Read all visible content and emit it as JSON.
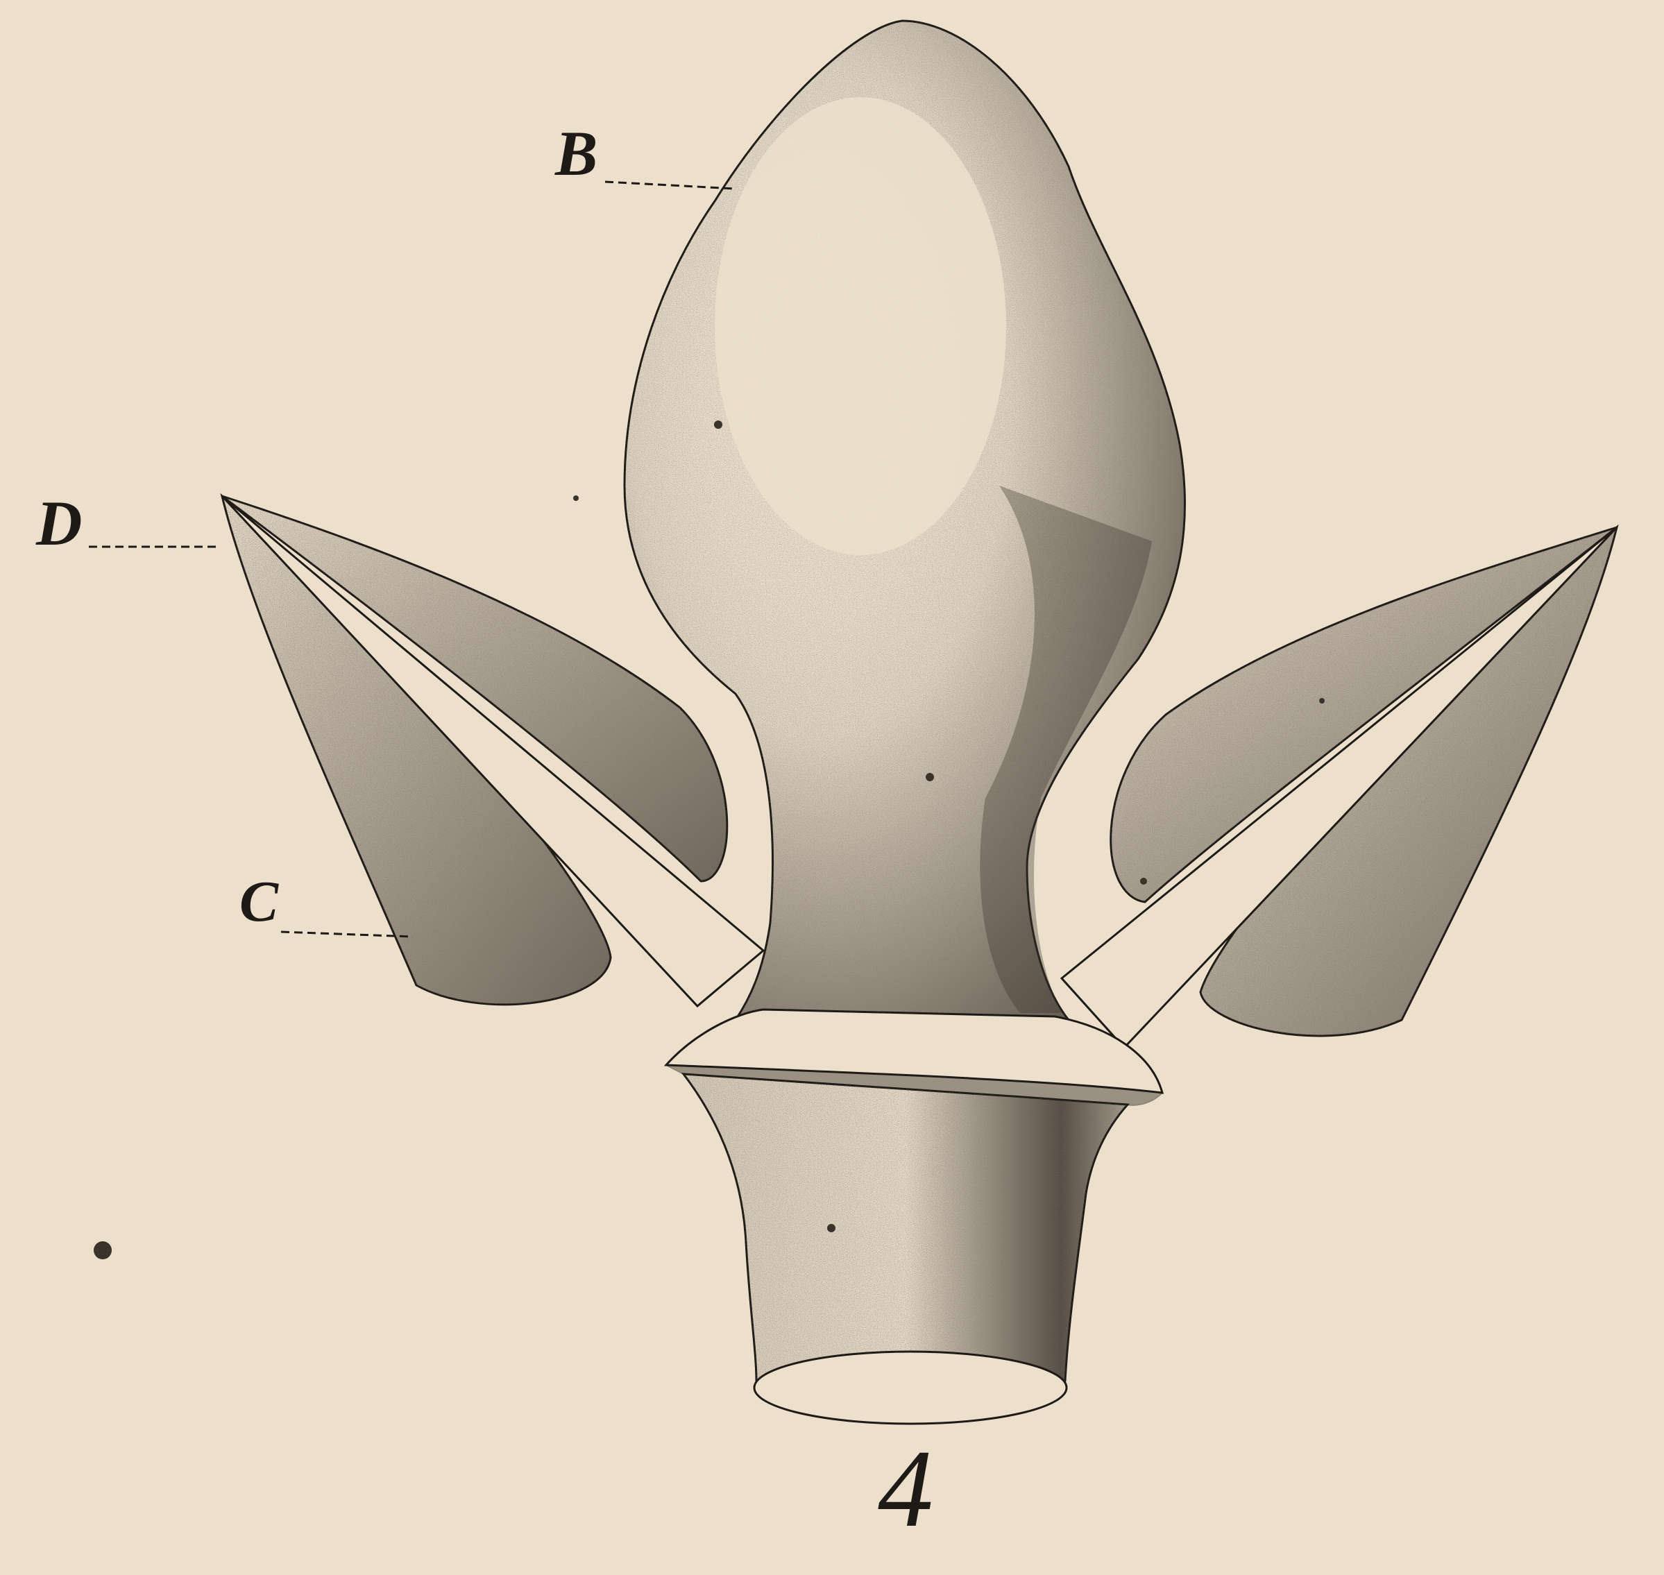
{
  "figure": {
    "number": "4",
    "labels": {
      "b": "B",
      "d": "D",
      "c": "C"
    }
  },
  "colors": {
    "paper": "#ece0cd",
    "ink": "#1e1a16",
    "shade": "#3a332b"
  }
}
